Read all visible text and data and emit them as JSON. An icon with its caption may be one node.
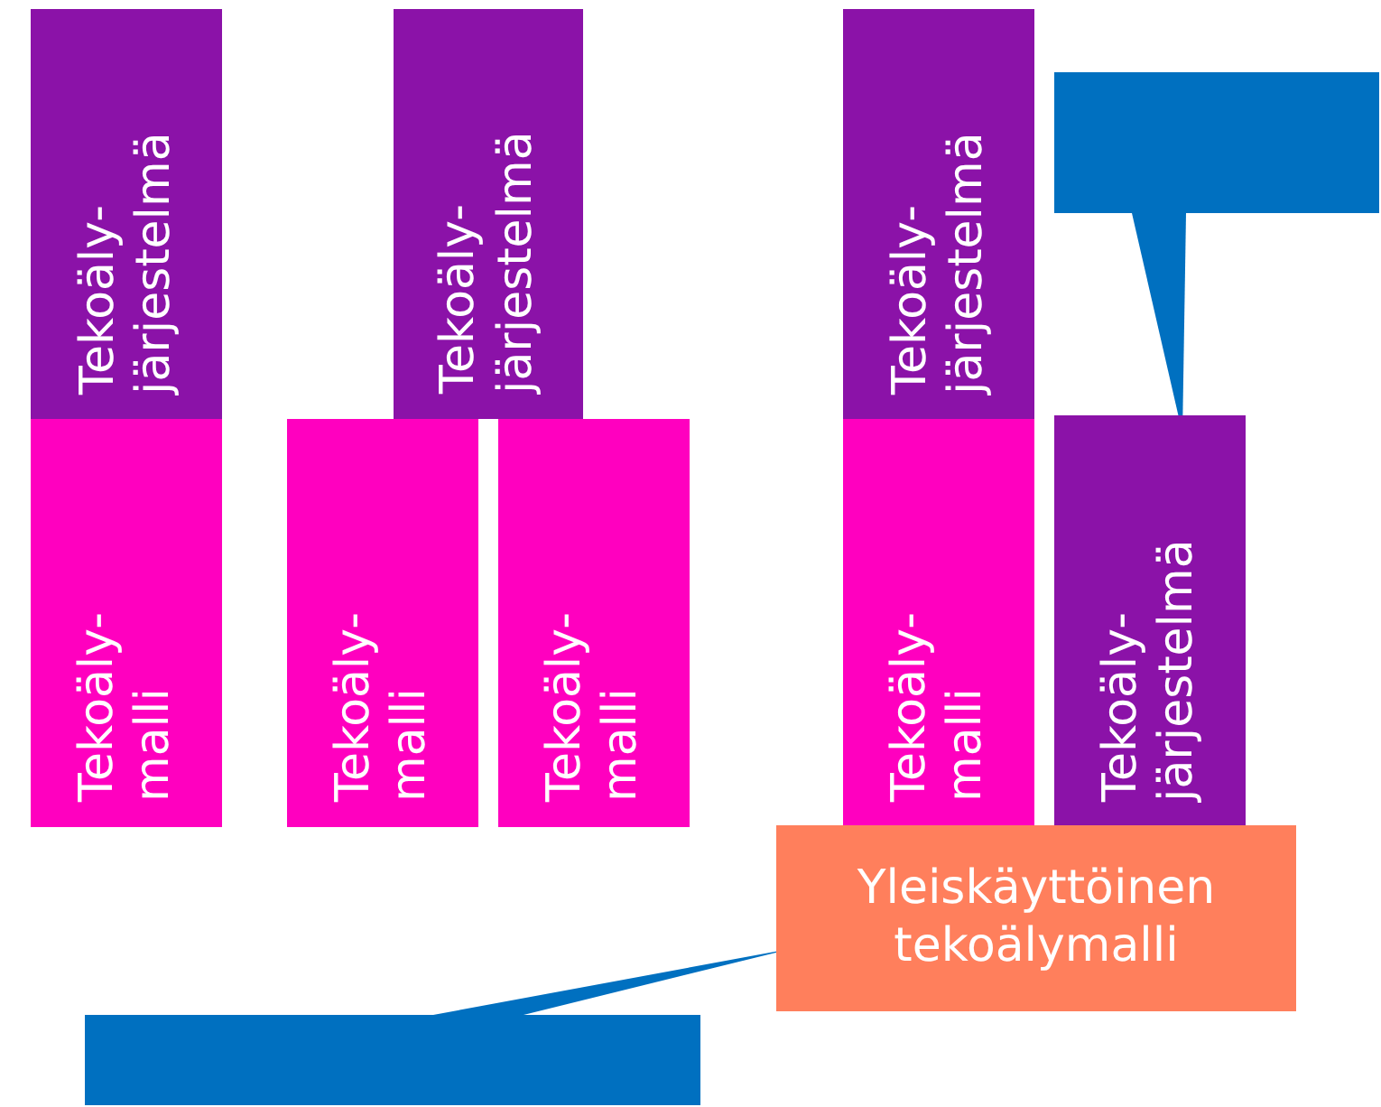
{
  "diagram": {
    "nodes": [
      {
        "text": [
          "Tekoäly- järjestelmä"
        ]
      },
      {
        "text": [
          "Tekoäly- malli"
        ]
      },
      {
        "text": [
          "Tekoäly- järjestelmä"
        ]
      },
      {
        "text": [
          "Tekoäly- malli"
        ]
      },
      {
        "text": [
          "Tekoäly- malli"
        ]
      },
      {
        "text": [
          "Tekoäly- järjestelmä"
        ]
      },
      {
        "text": [
          "Tekoäly- malli"
        ]
      },
      {
        "text": [
          "Tekoäly- järjestelmä"
        ]
      },
      {
        "text": [
          "Yleiskäyttöinen tekoälymalli"
        ]
      },
      {
        "text": [],
        "shape": "box"
      },
      {
        "text": [],
        "shape": "box"
      }
    ],
    "edges": [
      {
        "from": 9,
        "to": 7,
        "arrow": "none"
      },
      {
        "from": 10,
        "to": 8,
        "arrow": "none"
      }
    ]
  }
}
